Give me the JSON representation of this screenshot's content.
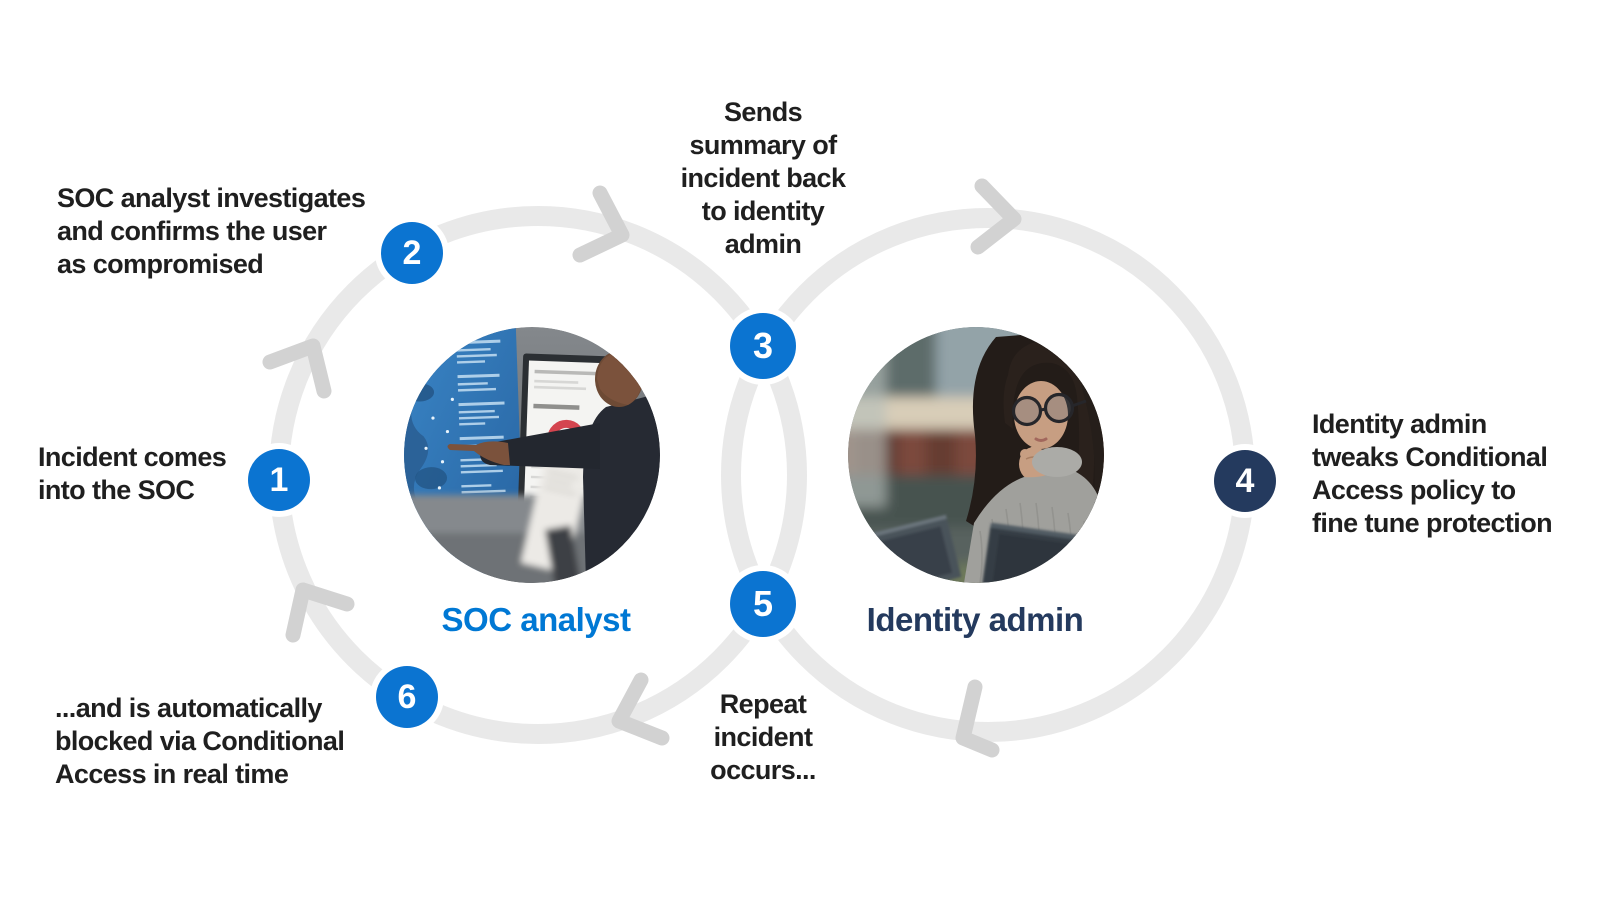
{
  "colors": {
    "background": "#ffffff",
    "badge_blue": "#0b74d1",
    "badge_navy": "#243a5e",
    "ring_gray": "#e9e9e9",
    "arrow_gray": "#d2d2d2",
    "text_dark": "#1f1f1f",
    "soc_label": "#0078d4",
    "admin_label": "#243a5e"
  },
  "cycle": {
    "left_label": "SOC analyst",
    "right_label": "Identity admin",
    "steps": [
      {
        "number": "1",
        "text": "Incident comes\ninto the SOC"
      },
      {
        "number": "2",
        "text": "SOC analyst investigates\nand confirms the user\nas compromised"
      },
      {
        "number": "3",
        "text": "Sends\nsummary of\nincident back\nto identity\nadmin"
      },
      {
        "number": "4",
        "text": "Identity admin\ntweaks Conditional\nAccess policy to\nfine tune protection"
      },
      {
        "number": "5",
        "text": "Repeat\nincident\noccurs..."
      },
      {
        "number": "6",
        "text": "...and is automatically\nblocked via Conditional\nAccess in real time"
      }
    ]
  }
}
